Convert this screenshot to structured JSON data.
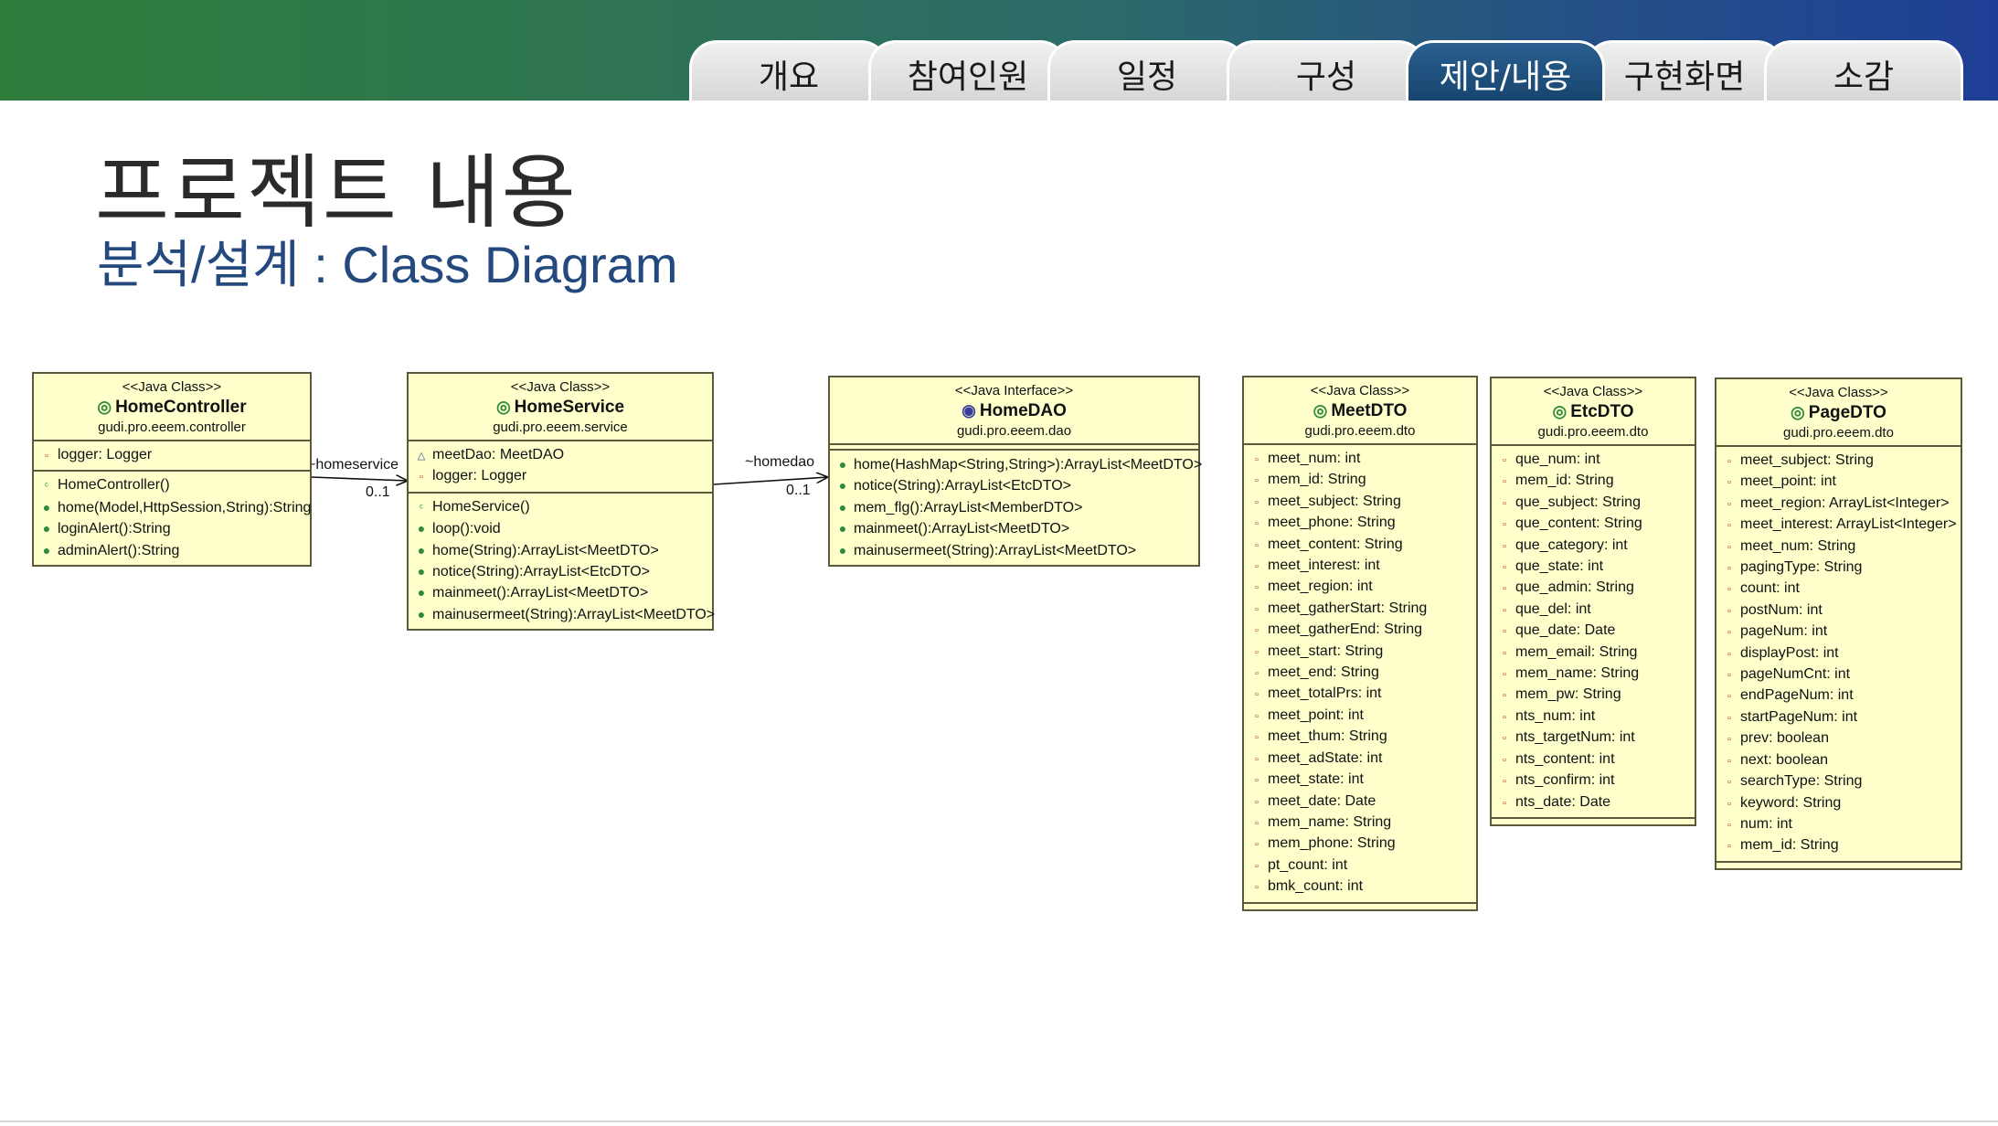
{
  "tabs": [
    "개요",
    "참여인원",
    "일정",
    "구성",
    "제안/내용",
    "구현화면",
    "소감"
  ],
  "active_tab": "제안/내용",
  "title": "프로젝트 내용",
  "subtitle": "분석/설계 : Class Diagram",
  "classes": [
    {
      "id": "HomeController",
      "stereotype": "<<Java Class>>",
      "name": "HomeController",
      "kind": "class",
      "package": "gudi.pro.eeem.controller",
      "fields": [
        {
          "vis": "private",
          "text": "logger: Logger"
        }
      ],
      "methods": [
        {
          "vis": "constructor",
          "text": "HomeController()"
        },
        {
          "vis": "public",
          "text": "home(Model,HttpSession,String):String"
        },
        {
          "vis": "public",
          "text": "loginAlert():String"
        },
        {
          "vis": "public",
          "text": "adminAlert():String"
        }
      ]
    },
    {
      "id": "HomeService",
      "stereotype": "<<Java Class>>",
      "name": "HomeService",
      "kind": "class",
      "package": "gudi.pro.eeem.service",
      "fields": [
        {
          "vis": "package",
          "text": "meetDao: MeetDAO"
        },
        {
          "vis": "private",
          "text": "logger: Logger"
        }
      ],
      "methods": [
        {
          "vis": "constructor",
          "text": "HomeService()"
        },
        {
          "vis": "public",
          "text": "loop():void"
        },
        {
          "vis": "public",
          "text": "home(String):ArrayList<MeetDTO>"
        },
        {
          "vis": "public",
          "text": "notice(String):ArrayList<EtcDTO>"
        },
        {
          "vis": "public",
          "text": "mainmeet():ArrayList<MeetDTO>"
        },
        {
          "vis": "public",
          "text": "mainusermeet(String):ArrayList<MeetDTO>"
        }
      ]
    },
    {
      "id": "HomeDAO",
      "stereotype": "<<Java Interface>>",
      "name": "HomeDAO",
      "kind": "interface",
      "package": "gudi.pro.eeem.dao",
      "fields": [],
      "methods": [
        {
          "vis": "public",
          "text": "home(HashMap<String,String>):ArrayList<MeetDTO>"
        },
        {
          "vis": "public",
          "text": "notice(String):ArrayList<EtcDTO>"
        },
        {
          "vis": "public",
          "text": "mem_flg():ArrayList<MemberDTO>"
        },
        {
          "vis": "public",
          "text": "mainmeet():ArrayList<MeetDTO>"
        },
        {
          "vis": "public",
          "text": "mainusermeet(String):ArrayList<MeetDTO>"
        }
      ]
    },
    {
      "id": "MeetDTO",
      "stereotype": "<<Java Class>>",
      "name": "MeetDTO",
      "kind": "class",
      "package": "gudi.pro.eeem.dto",
      "fields": [
        {
          "vis": "private",
          "text": "meet_num: int"
        },
        {
          "vis": "private",
          "text": "mem_id: String"
        },
        {
          "vis": "private",
          "text": "meet_subject: String"
        },
        {
          "vis": "private",
          "text": "meet_phone: String"
        },
        {
          "vis": "private",
          "text": "meet_content: String"
        },
        {
          "vis": "private",
          "text": "meet_interest: int"
        },
        {
          "vis": "private",
          "text": "meet_region: int"
        },
        {
          "vis": "private",
          "text": "meet_gatherStart: String"
        },
        {
          "vis": "private",
          "text": "meet_gatherEnd: String"
        },
        {
          "vis": "private",
          "text": "meet_start: String"
        },
        {
          "vis": "private",
          "text": "meet_end: String"
        },
        {
          "vis": "private",
          "text": "meet_totalPrs: int"
        },
        {
          "vis": "private",
          "text": "meet_point: int"
        },
        {
          "vis": "private",
          "text": "meet_thum: String"
        },
        {
          "vis": "private",
          "text": "meet_adState: int"
        },
        {
          "vis": "private",
          "text": "meet_state: int"
        },
        {
          "vis": "private",
          "text": "meet_date: Date"
        },
        {
          "vis": "private",
          "text": "mem_name: String"
        },
        {
          "vis": "private",
          "text": "mem_phone: String"
        },
        {
          "vis": "private",
          "text": "pt_count: int"
        },
        {
          "vis": "private",
          "text": "bmk_count: int"
        }
      ],
      "methods": []
    },
    {
      "id": "EtcDTO",
      "stereotype": "<<Java Class>>",
      "name": "EtcDTO",
      "kind": "class",
      "package": "gudi.pro.eeem.dto",
      "fields": [
        {
          "vis": "private",
          "text": "que_num: int"
        },
        {
          "vis": "private",
          "text": "mem_id: String"
        },
        {
          "vis": "private",
          "text": "que_subject: String"
        },
        {
          "vis": "private",
          "text": "que_content: String"
        },
        {
          "vis": "private",
          "text": "que_category: int"
        },
        {
          "vis": "private",
          "text": "que_state: int"
        },
        {
          "vis": "private",
          "text": "que_admin: String"
        },
        {
          "vis": "private",
          "text": "que_del: int"
        },
        {
          "vis": "private",
          "text": "que_date: Date"
        },
        {
          "vis": "private",
          "text": "mem_email: String"
        },
        {
          "vis": "private",
          "text": "mem_name: String"
        },
        {
          "vis": "private",
          "text": "mem_pw: String"
        },
        {
          "vis": "private",
          "text": "nts_num: int"
        },
        {
          "vis": "private",
          "text": "nts_targetNum: int"
        },
        {
          "vis": "private",
          "text": "nts_content: int"
        },
        {
          "vis": "private",
          "text": "nts_confirm: int"
        },
        {
          "vis": "private",
          "text": "nts_date: Date"
        }
      ],
      "methods": []
    },
    {
      "id": "PageDTO",
      "stereotype": "<<Java Class>>",
      "name": "PageDTO",
      "kind": "class",
      "package": "gudi.pro.eeem.dto",
      "fields": [
        {
          "vis": "private",
          "text": "meet_subject: String"
        },
        {
          "vis": "private",
          "text": "meet_point: int"
        },
        {
          "vis": "private",
          "text": "meet_region: ArrayList<Integer>"
        },
        {
          "vis": "private",
          "text": "meet_interest: ArrayList<Integer>"
        },
        {
          "vis": "private",
          "text": "meet_num: String"
        },
        {
          "vis": "private",
          "text": "pagingType: String"
        },
        {
          "vis": "private",
          "text": "count: int"
        },
        {
          "vis": "private",
          "text": "postNum: int"
        },
        {
          "vis": "private",
          "text": "pageNum: int"
        },
        {
          "vis": "private",
          "text": "displayPost: int"
        },
        {
          "vis": "private",
          "text": "pageNumCnt: int"
        },
        {
          "vis": "private",
          "text": "endPageNum: int"
        },
        {
          "vis": "private",
          "text": "startPageNum: int"
        },
        {
          "vis": "private",
          "text": "prev: boolean"
        },
        {
          "vis": "private",
          "text": "next: boolean"
        },
        {
          "vis": "private",
          "text": "searchType: String"
        },
        {
          "vis": "private",
          "text": "keyword: String"
        },
        {
          "vis": "private",
          "text": "num: int"
        },
        {
          "vis": "private",
          "text": "mem_id: String"
        }
      ],
      "methods": []
    }
  ],
  "associations": [
    {
      "from": "HomeController",
      "to": "HomeService",
      "role": "~homeservice",
      "multiplicity": "0..1"
    },
    {
      "from": "HomeService",
      "to": "HomeDAO",
      "role": "~homedao",
      "multiplicity": "0..1"
    }
  ],
  "colors": {
    "class_fill": "#ffffcc",
    "title": "#2a2a2a",
    "subtitle": "#24497e",
    "active_tab": "#1b4a76"
  }
}
